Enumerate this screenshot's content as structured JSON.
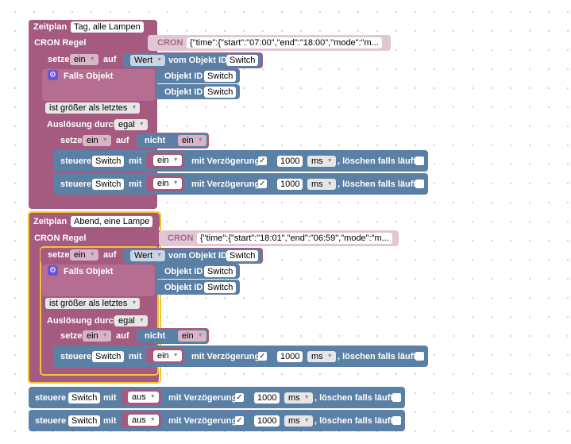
{
  "labels": {
    "zeitplan": "Zeitplan",
    "cron_regel": "CRON Regel",
    "cron": "CRON",
    "setze": "setze",
    "auf": "auf",
    "vom_objekt_id": "vom Objekt ID",
    "falls_objekt": "Falls Objekt",
    "objekt_id": "Objekt ID",
    "ist_groesser": "ist größer als letztes",
    "ausloesung_durch": "Auslösung durch",
    "nicht": "nicht",
    "steuere": "steuere",
    "mit": "mit",
    "mit_verzoegerung": "mit Verzögerung",
    "ms": "ms",
    "loeschen": ", löschen falls läuft"
  },
  "schedule1": {
    "name": "Tag, alle Lampen",
    "cron_value": "{\"time\":{\"start\":\"07:00\",\"end\":\"18:00\",\"mode\":\"m...",
    "var": "ein",
    "value_mode": "Wert",
    "object": "Switch",
    "falls_object1": "Switch",
    "falls_object2": "Switch",
    "trigger": "egal",
    "inner_var": "ein",
    "inner_not_var": "ein",
    "control1": {
      "object": "Switch",
      "var": "ein",
      "delay": "1000"
    },
    "control2": {
      "object": "Switch",
      "var": "ein",
      "delay": "1000"
    }
  },
  "schedule2": {
    "name": "Abend, eine Lampe",
    "cron_value": "{\"time\":{\"start\":\"18:01\",\"end\":\"06:59\",\"mode\":\"m...",
    "var": "ein",
    "value_mode": "Wert",
    "object": "Switch",
    "falls_object1": "Switch",
    "falls_object2": "Switch",
    "trigger": "egal",
    "inner_var": "ein",
    "inner_not_var": "ein",
    "control1": {
      "object": "Switch",
      "var": "ein",
      "delay": "1000"
    }
  },
  "bottom": {
    "control1": {
      "object": "Switch",
      "var": "aus",
      "delay": "1000"
    },
    "control2": {
      "object": "Switch",
      "var": "aus",
      "delay": "1000"
    }
  }
}
